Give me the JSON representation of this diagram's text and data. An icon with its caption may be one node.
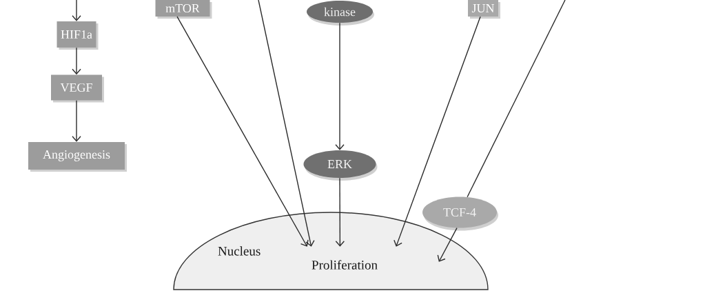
{
  "diagram": {
    "nodes": [
      {
        "text": [
          "mTOR"
        ]
      },
      {
        "text": [
          "kinase"
        ]
      },
      {
        "text": [
          "JUN"
        ]
      },
      {
        "text": [
          "HIF1a"
        ]
      },
      {
        "text": [
          "VEGF"
        ]
      },
      {
        "text": [
          "Angiogenesis"
        ]
      },
      {
        "text": [
          "ERK"
        ]
      },
      {
        "text": [
          "TCF-4"
        ]
      },
      {
        "text": [
          "Nucleus"
        ]
      },
      {
        "text": [
          "Proliferation"
        ],
        "in": 8
      }
    ],
    "edges": [
      {
        "from": null,
        "to": 3,
        "arrow": "to"
      },
      {
        "from": 3,
        "to": 4,
        "arrow": "to"
      },
      {
        "from": 4,
        "to": 5,
        "arrow": "to"
      },
      {
        "from": 0,
        "to": 9,
        "arrow": "to"
      },
      {
        "from": null,
        "to": 9,
        "arrow": "to"
      },
      {
        "from": 1,
        "to": 6,
        "arrow": "to"
      },
      {
        "from": 6,
        "to": 9,
        "arrow": "to"
      },
      {
        "from": 2,
        "to": 9,
        "arrow": "to"
      },
      {
        "from": null,
        "to": 7,
        "arrow": "none"
      },
      {
        "from": 7,
        "to": 8,
        "arrow": "to"
      }
    ]
  }
}
